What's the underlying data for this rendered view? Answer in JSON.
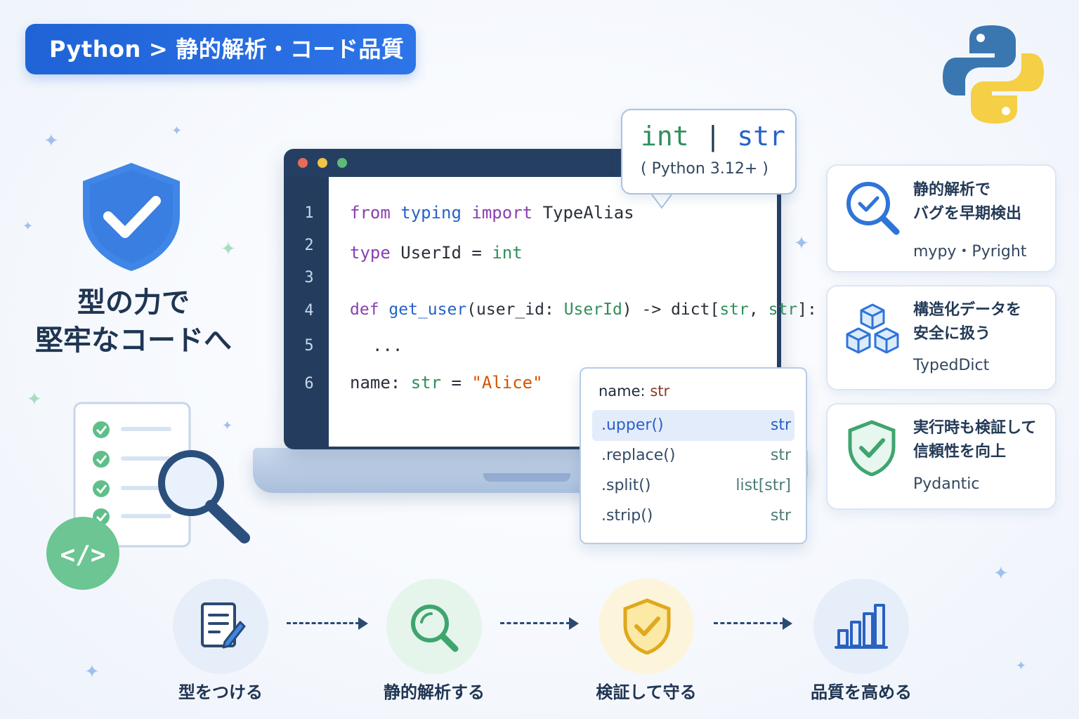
{
  "breadcrumb": {
    "language": "Python",
    "separator": ">",
    "topic": "静的解析・コード品質"
  },
  "hero": {
    "title_line1": "型の力で",
    "title_line2": "堅牢なコードへ"
  },
  "code_editor": {
    "line_numbers": [
      "1",
      "2",
      "3",
      "4",
      "5",
      "6"
    ],
    "lines": {
      "l1": {
        "kw1": "from",
        "mod": "typing",
        "kw2": "import",
        "name": "TypeAlias"
      },
      "l2": {
        "kw": "type",
        "name": "UserId",
        "eq": "=",
        "type": "int"
      },
      "l4": {
        "kw": "def",
        "fn": "get_user",
        "p1": "(",
        "param": "user_id",
        "colon": ":",
        "ptype": "UserId",
        "p2": ")",
        "arrow": "->",
        "ret": "dict",
        "b1": "[",
        "t1": "str",
        "comma": ",",
        "t2": "str",
        "b2": "]:"
      },
      "l5": {
        "text": "..."
      },
      "l6": {
        "name": "name",
        "colon": ":",
        "type": "str",
        "eq": "=",
        "value": "\"Alice\""
      }
    }
  },
  "type_hint_bubble": {
    "left": "int",
    "bar": "|",
    "right": "str",
    "note": "( Python 3.12+ )"
  },
  "autocomplete": {
    "header_name": "name:",
    "header_type": "str",
    "items": [
      {
        "method": ".upper()",
        "type": "str"
      },
      {
        "method": ".replace()",
        "type": "str"
      },
      {
        "method": ".split()",
        "type": "list[str]"
      },
      {
        "method": ".strip()",
        "type": "str"
      }
    ]
  },
  "cards": [
    {
      "title_line1": "静的解析で",
      "title_line2": "バグを早期検出",
      "subtitle": "mypy・Pyright",
      "icon": "magnifier-check-icon"
    },
    {
      "title_line1": "構造化データを",
      "title_line2": "安全に扱う",
      "subtitle": "TypedDict",
      "icon": "cubes-icon"
    },
    {
      "title_line1": "実行時も検証して",
      "title_line2": "信頼性を向上",
      "subtitle": "Pydantic",
      "icon": "shield-check-icon"
    }
  ],
  "steps": [
    {
      "label": "型をつける",
      "icon": "edit-document-icon"
    },
    {
      "label": "静的解析する",
      "icon": "search-icon"
    },
    {
      "label": "検証して守る",
      "icon": "shield-check-icon"
    },
    {
      "label": "品質を高める",
      "icon": "bar-chart-icon"
    }
  ],
  "colors": {
    "brand_blue": "#1f63d6",
    "python_blue": "#3a77b0",
    "python_yellow": "#f5cf45",
    "keyword": "#8a3fb3",
    "module": "#2563c7",
    "type": "#2f8f5b",
    "string": "#d35400",
    "success_green": "#4caf7d"
  }
}
